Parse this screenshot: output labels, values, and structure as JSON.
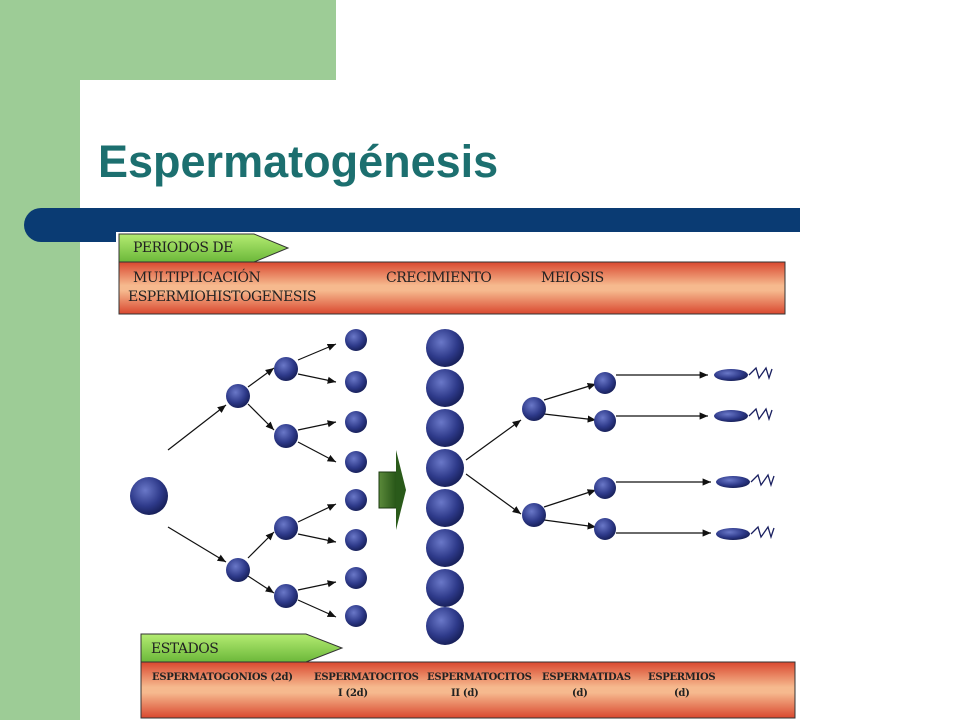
{
  "slide": {
    "title": "Espermatogénesis"
  },
  "diagram": {
    "periods_label": "PERIODOS DE",
    "periods": {
      "multiplicacion": "MULTIPLICACIÓN",
      "crecimiento": "CRECIMIENTO",
      "meiosis": "MEIOSIS",
      "espermiohistogenesis": "ESPERMIOHISTOGENESIS"
    },
    "states_label": "ESTADOS",
    "states": [
      {
        "name": "ESPERMATOGONIOS (2d)",
        "sub": ""
      },
      {
        "name": "ESPERMATOCITOS",
        "sub": "I (2d)"
      },
      {
        "name": "ESPERMATOCITOS",
        "sub": "II (d)"
      },
      {
        "name": "ESPERMATIDAS",
        "sub": "(d)"
      },
      {
        "name": "ESPERMIOS",
        "sub": "(d)"
      }
    ]
  },
  "colors": {
    "green_background": "#9dcc96",
    "title_text": "#1c6f6f",
    "title_bar": "#0a3b73",
    "label_arrow": "#8fd14f",
    "band_red": "#e8705a",
    "cell_blue": "#2e3a8a"
  }
}
